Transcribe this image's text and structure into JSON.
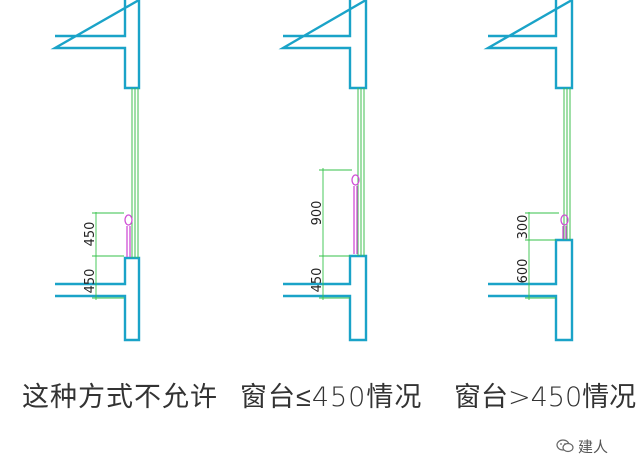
{
  "colors": {
    "wall": "#1aa3c8",
    "glass": "#3fbf4f",
    "dimension": "#35c24a",
    "railing": "#d04fd6"
  },
  "panels": [
    {
      "id": "not-allowed",
      "caption": "这种方式不允许",
      "dimensions": [
        "450",
        "450"
      ]
    },
    {
      "id": "sill-below-450",
      "caption": "窗台≤450情况",
      "dimensions": [
        "450",
        "900"
      ]
    },
    {
      "id": "sill-above-450",
      "caption": "窗台>450情况",
      "dimensions": [
        "600",
        "300"
      ]
    }
  ],
  "watermark": {
    "text": "建人",
    "icon": "wechat-icon"
  }
}
